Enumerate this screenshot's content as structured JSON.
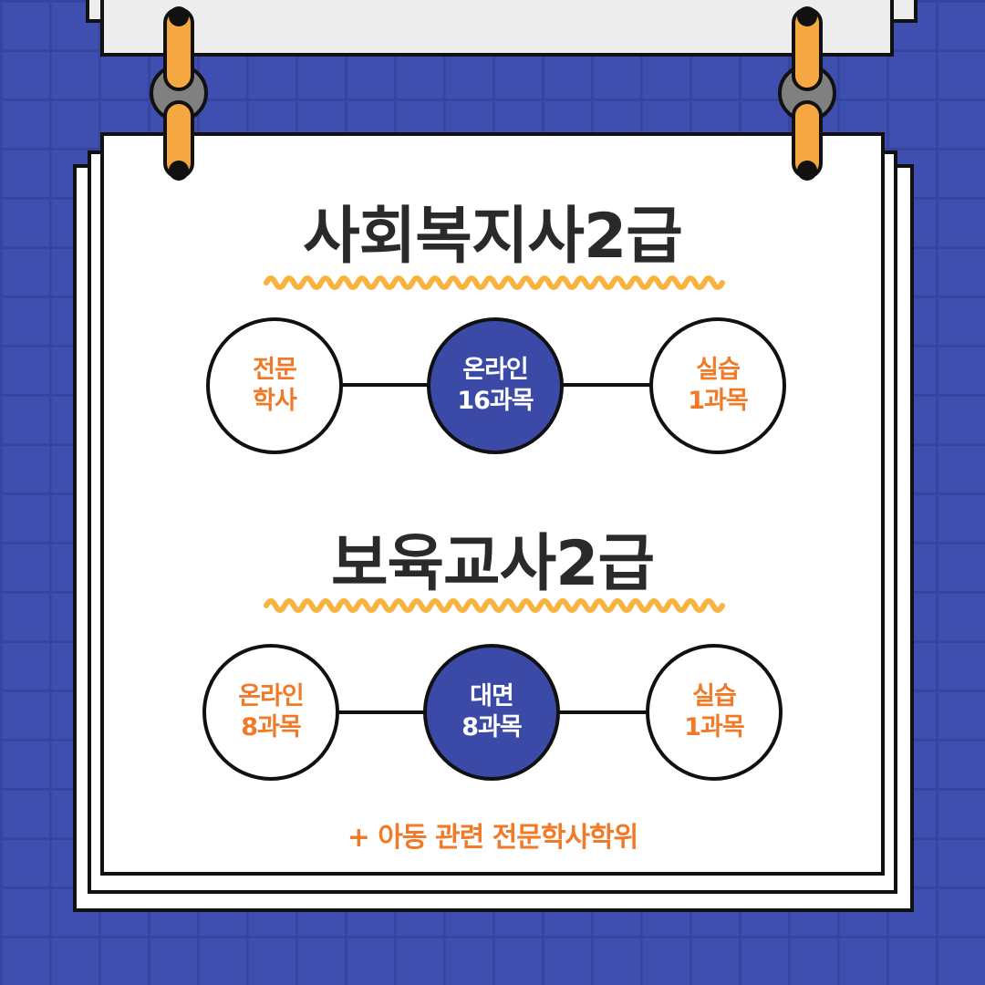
{
  "colors": {
    "background": "#3f4faf",
    "grid_line": "#3545a0",
    "accent_orange": "#f07a28",
    "wave_yellow": "#f7b33d",
    "circle_fill": "#3b4aa6",
    "title_text": "#2a2a2a",
    "ring_orange": "#f5a742",
    "ring_gray": "#808080"
  },
  "sections": [
    {
      "title": "사회복지사2급",
      "steps": [
        {
          "line1": "전문",
          "line2": "학사",
          "style": "outline"
        },
        {
          "line1": "온라인",
          "line2": "16과목",
          "style": "filled"
        },
        {
          "line1": "실습",
          "line2": "1과목",
          "style": "outline"
        }
      ]
    },
    {
      "title": "보육교사2급",
      "steps": [
        {
          "line1": "온라인",
          "line2": "8과목",
          "style": "outline"
        },
        {
          "line1": "대면",
          "line2": "8과목",
          "style": "filled"
        },
        {
          "line1": "실습",
          "line2": "1과목",
          "style": "outline"
        }
      ]
    }
  ],
  "footnote": "+ 아동 관련 전문학사학위",
  "icons": [
    "binder-ring-icon",
    "wavy-underline-icon"
  ]
}
